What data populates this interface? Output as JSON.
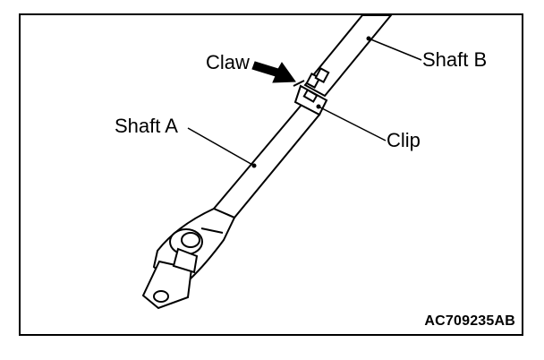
{
  "labels": {
    "claw": "Claw",
    "shaft_a": "Shaft A",
    "shaft_b": "Shaft B",
    "clip": "Clip"
  },
  "figure_id": "AC709235AB",
  "colors": {
    "line": "#000000",
    "background": "#ffffff"
  }
}
